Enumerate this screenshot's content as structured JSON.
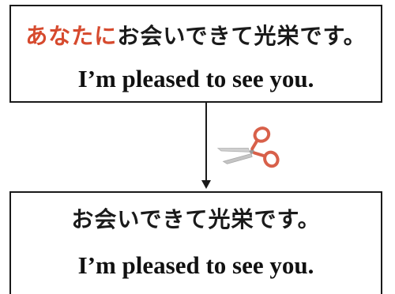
{
  "top_box": {
    "jp_highlight": "あなたに",
    "jp_rest": "お会いできて光栄です。",
    "en_line": "I’m pleased to see you."
  },
  "bottom_box": {
    "jp_line": "お会いできて光栄です。",
    "en_line": "I’m pleased to see you."
  },
  "icons": {
    "scissors": "scissors-icon"
  },
  "colors": {
    "highlight": "#d64a2e",
    "scissors_handle": "#d8604a",
    "scissors_blade": "#c9c9c9",
    "border": "#1a1a1a"
  }
}
